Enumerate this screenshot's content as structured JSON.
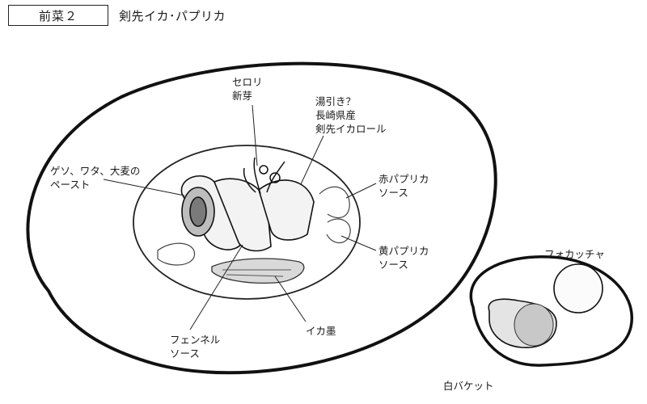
{
  "header": {
    "course": "前菜２",
    "dish_title": "剣先イカ･パプリカ"
  },
  "labels": {
    "celery": [
      "セロリ",
      "新芽"
    ],
    "squid_roll": [
      "湯引き？",
      "長崎県産",
      "剣先イカロール"
    ],
    "paste": [
      "ゲソ、ワタ、大麦の",
      "ペースト"
    ],
    "red_sauce": [
      "赤パプリカ",
      "ソース"
    ],
    "yellow_sauce": [
      "黄パプリカ",
      "ソース"
    ],
    "fennel": [
      "フェンネル",
      "ソース"
    ],
    "ink": [
      "イカ墨"
    ],
    "focaccia": [
      "フォカッチャ"
    ],
    "baguette": [
      "白バケット"
    ]
  }
}
